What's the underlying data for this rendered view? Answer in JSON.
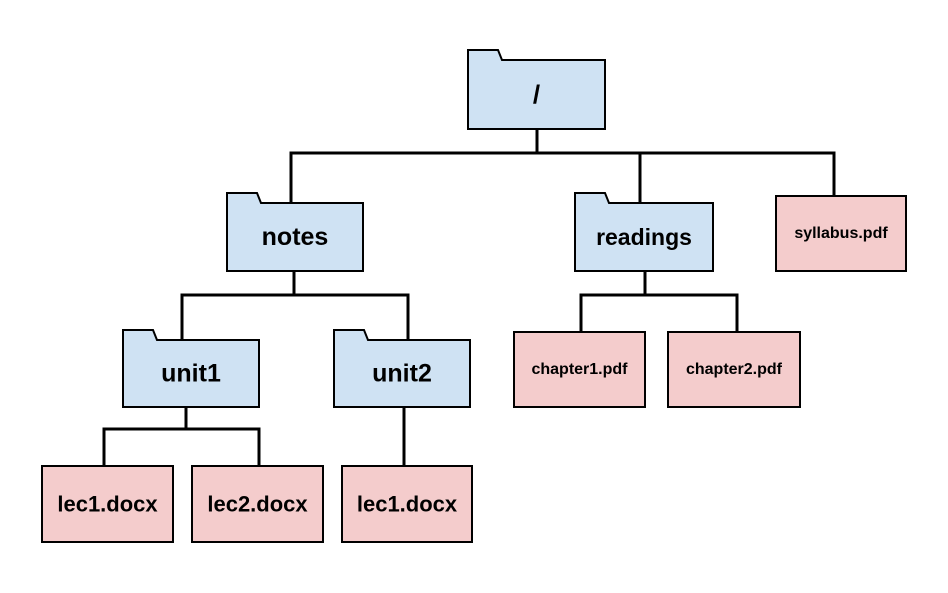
{
  "diagram": {
    "type": "directory-tree",
    "colors": {
      "folder_fill": "#cfe2f3",
      "file_fill": "#f4cccc",
      "stroke": "#000000"
    },
    "nodes": [
      {
        "id": "root",
        "label": "/",
        "kind": "folder",
        "parent": null
      },
      {
        "id": "notes",
        "label": "notes",
        "kind": "folder",
        "parent": "root"
      },
      {
        "id": "readings",
        "label": "readings",
        "kind": "folder",
        "parent": "root"
      },
      {
        "id": "syllabus",
        "label": "syllabus.pdf",
        "kind": "file",
        "parent": "root"
      },
      {
        "id": "unit1",
        "label": "unit1",
        "kind": "folder",
        "parent": "notes"
      },
      {
        "id": "unit2",
        "label": "unit2",
        "kind": "folder",
        "parent": "notes"
      },
      {
        "id": "chapter1",
        "label": "chapter1.pdf",
        "kind": "file",
        "parent": "readings"
      },
      {
        "id": "chapter2",
        "label": "chapter2.pdf",
        "kind": "file",
        "parent": "readings"
      },
      {
        "id": "unit1-lec1",
        "label": "lec1.docx",
        "kind": "file",
        "parent": "unit1"
      },
      {
        "id": "unit1-lec2",
        "label": "lec2.docx",
        "kind": "file",
        "parent": "unit1"
      },
      {
        "id": "unit2-lec1",
        "label": "lec1.docx",
        "kind": "file",
        "parent": "unit2"
      }
    ]
  }
}
